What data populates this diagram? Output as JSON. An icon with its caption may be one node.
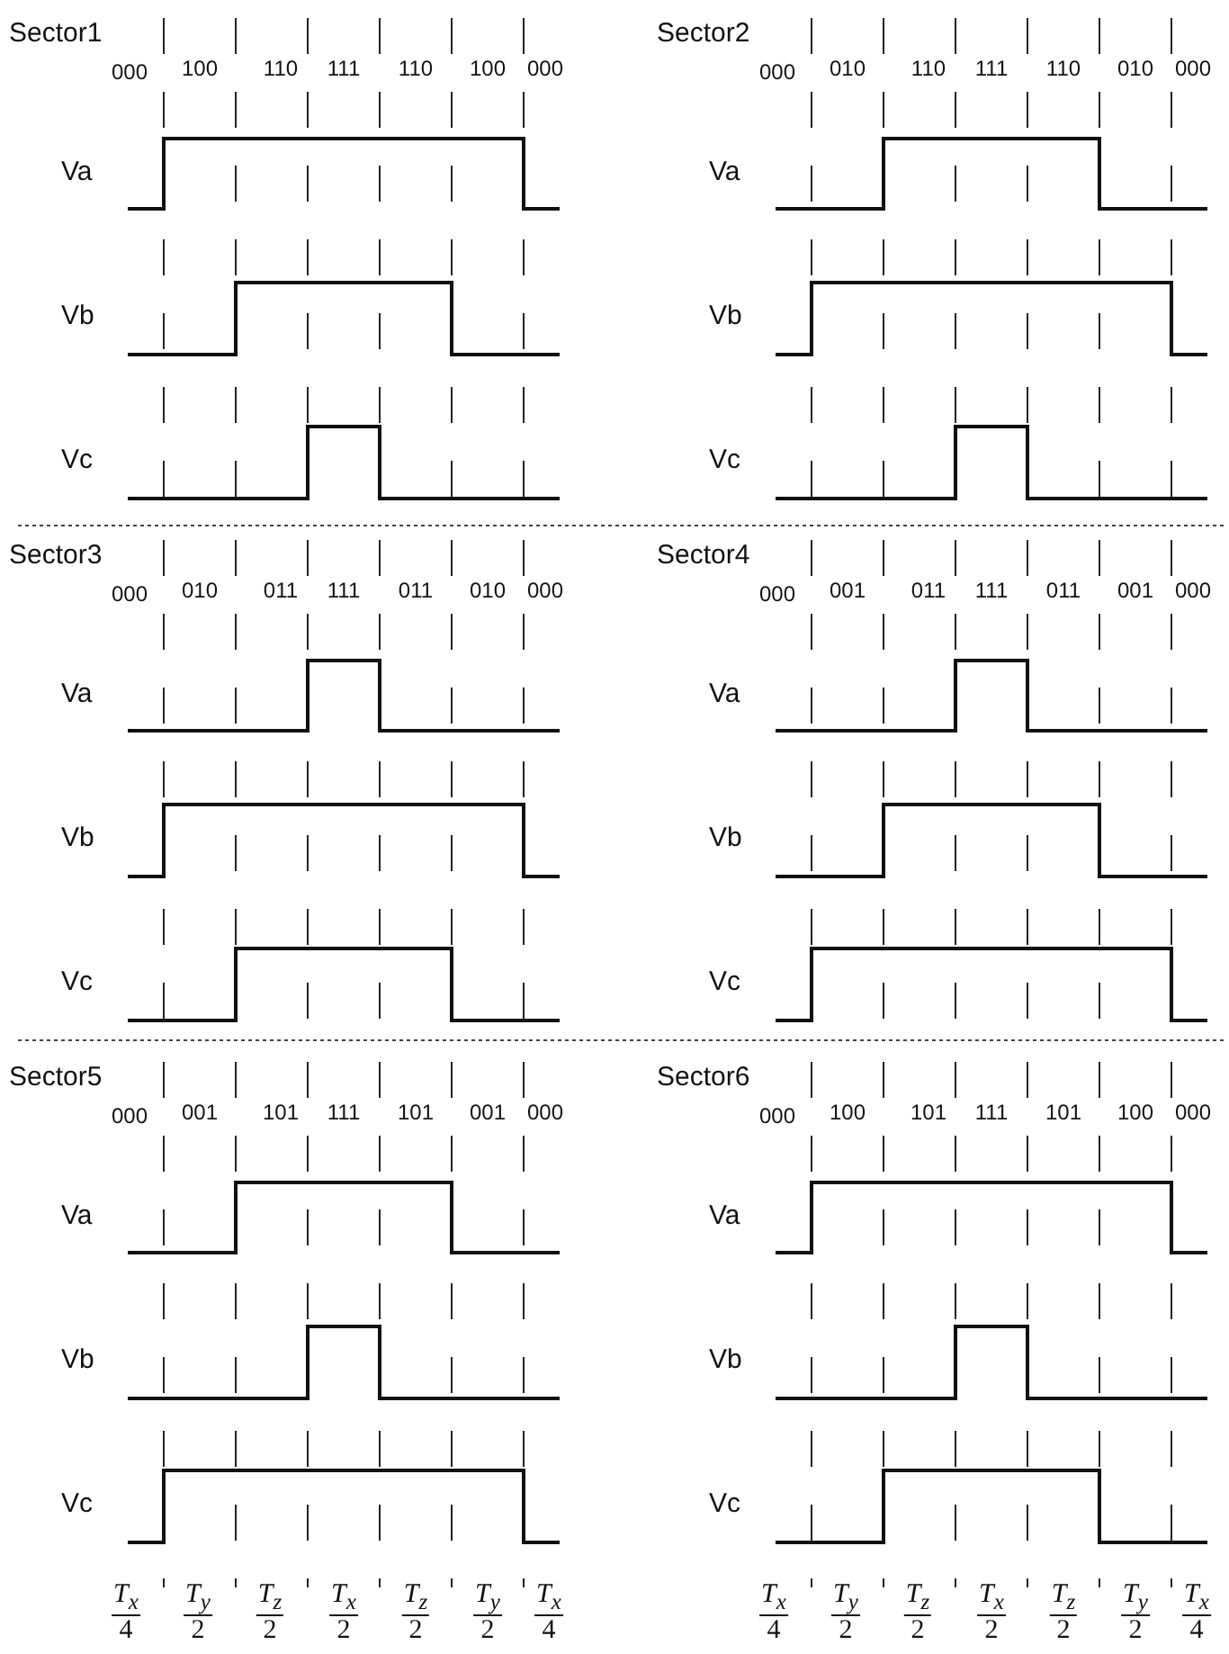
{
  "diagram": {
    "labels": [
      "Sector1",
      "000",
      "100",
      "110",
      "111",
      "110",
      "100",
      "000",
      "Va",
      "Vb",
      "Vc",
      "Sector2",
      "000",
      "010",
      "110",
      "111",
      "110",
      "010",
      "000",
      "Va",
      "Vb",
      "Vc",
      "Sector3",
      "000",
      "010",
      "011",
      "111",
      "011",
      "010",
      "000",
      "Va",
      "Vb",
      "Vc",
      "Sector4",
      "000",
      "001",
      "011",
      "111",
      "011",
      "001",
      "000",
      "Va",
      "Vb",
      "Vc",
      "Sector5",
      "000",
      "001",
      "101",
      "111",
      "101",
      "001",
      "000",
      "Va",
      "Vb",
      "Vc",
      "Sector6",
      "000",
      "100",
      "101",
      "111",
      "101",
      "100",
      "000",
      "Va",
      "Vb",
      "Vc",
      "T$_{x}$",
      "4",
      "T$_{y}$",
      "2",
      "T$_{z}$",
      "2",
      "T$_{x}$",
      "2",
      "T$_{z}$",
      "2",
      "T$_{y}$",
      "2",
      "T$_{x}$",
      "4",
      "T$_{x}$",
      "4",
      "T$_{y}$",
      "2",
      "T$_{z}$",
      "2",
      "T$_{x}$",
      "2",
      "T$_{z}$",
      "2",
      "T$_{y}$",
      "2",
      "T$_{x}$",
      "4"
    ]
  }
}
